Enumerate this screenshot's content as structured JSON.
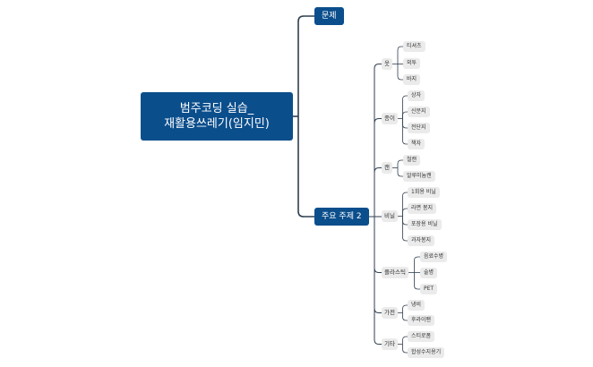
{
  "root": {
    "line1": "범주코딩 실습_",
    "line2": "재활용쓰레기(임지민)"
  },
  "topic1": {
    "label": "문제"
  },
  "topic2": {
    "label": "주요 주제 2",
    "categories": [
      {
        "label": "옷",
        "items": [
          "티셔츠",
          "외투",
          "바지"
        ]
      },
      {
        "label": "종이",
        "items": [
          "상자",
          "신문지",
          "전단지",
          "책자"
        ]
      },
      {
        "label": "캔",
        "items": [
          "철캔",
          "알루미늄캔"
        ]
      },
      {
        "label": "비닐",
        "items": [
          "1회용 비닐",
          "라면 봉지",
          "포장용 비닐",
          "과자봉지"
        ]
      },
      {
        "label": "플라스틱",
        "items": [
          "음료수병",
          "술병",
          "PET"
        ]
      },
      {
        "label": "가전",
        "items": [
          "냉비",
          "후라이팬"
        ]
      },
      {
        "label": "기타",
        "items": [
          "스티로폼",
          "합성수지용기"
        ]
      }
    ]
  },
  "colors": {
    "primary": "#0b4e8c",
    "line": "#2f3f50",
    "chip": "#ebebeb"
  }
}
